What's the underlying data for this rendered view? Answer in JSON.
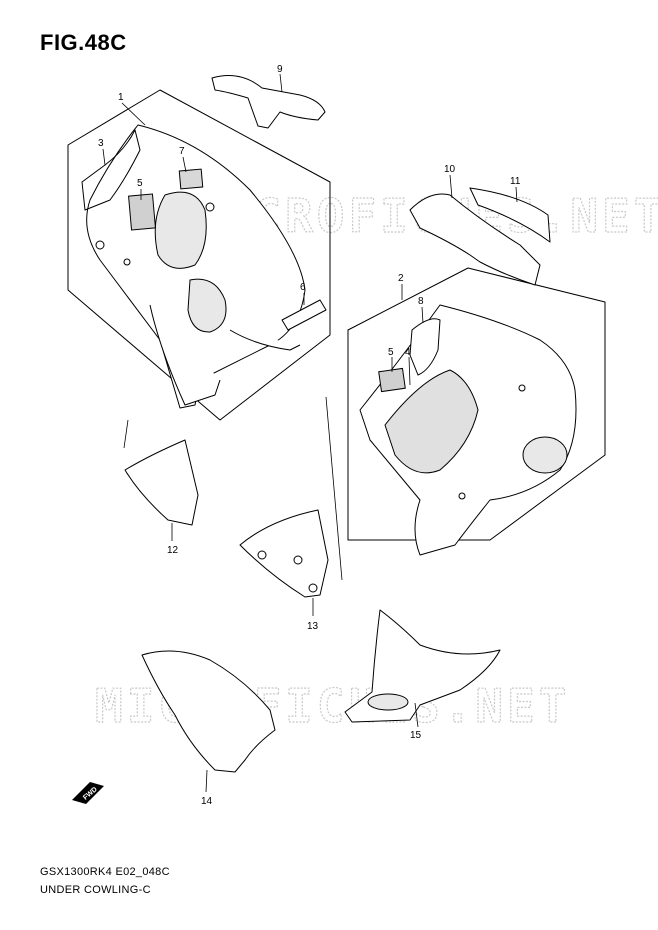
{
  "figure": {
    "title": "FIG.48C",
    "code": "GSX1300RK4 E02_048C",
    "caption": "UNDER COWLING-C",
    "fwd_label": "FWD"
  },
  "watermark": "MICROFICHES.NET",
  "callouts": [
    {
      "id": "1",
      "part": "under-cowling-left"
    },
    {
      "id": "2",
      "part": "under-cowling-right"
    },
    {
      "id": "3",
      "part": "inner-panel"
    },
    {
      "id": "4",
      "part": "emblem-line"
    },
    {
      "id": "5",
      "part": "caution-label"
    },
    {
      "id": "5",
      "part": "caution-label-right"
    },
    {
      "id": "6",
      "part": "cushion"
    },
    {
      "id": "7",
      "part": "label-left"
    },
    {
      "id": "8",
      "part": "inner-panel-right"
    },
    {
      "id": "9",
      "part": "bracket-upper"
    },
    {
      "id": "10",
      "part": "bracket-side"
    },
    {
      "id": "11",
      "part": "cushion-strip"
    },
    {
      "id": "12",
      "part": "lower-cover-left"
    },
    {
      "id": "13",
      "part": "lower-cover-right"
    },
    {
      "id": "14",
      "part": "under-cowling-lower-left"
    },
    {
      "id": "15",
      "part": "under-cowling-lower-right"
    }
  ]
}
